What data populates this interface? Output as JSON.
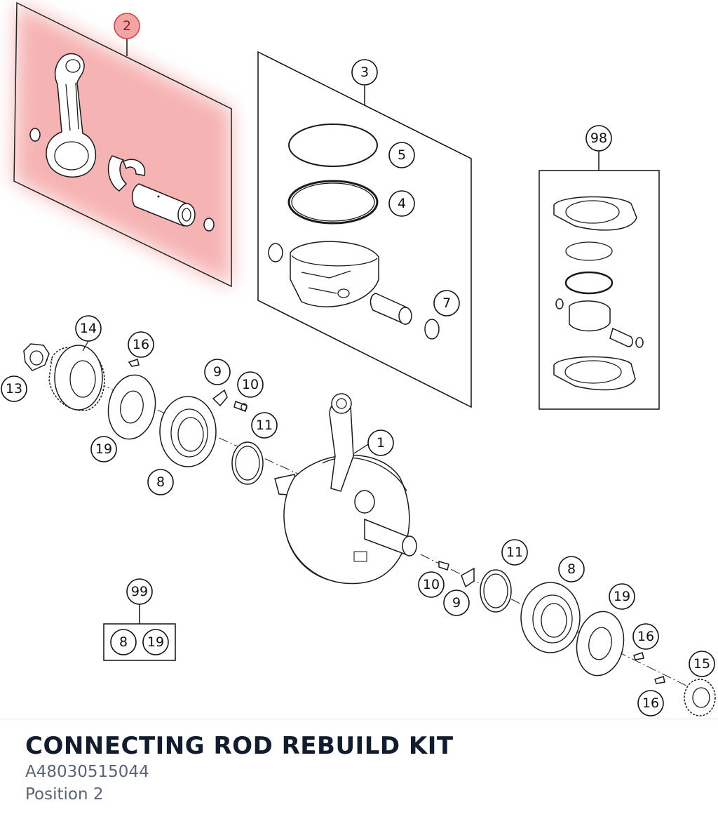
{
  "title": "CONNECTING ROD REBUILD KIT",
  "part_number": "A48030515044",
  "position_label": "Position 2",
  "colors": {
    "highlight": "#f3a5a5",
    "title": "#111c2e",
    "subtext": "#5a6472"
  },
  "callouts": {
    "c2": "2",
    "c3": "3",
    "c4": "4",
    "c5": "5",
    "c7": "7",
    "c98": "98",
    "c14": "14",
    "c16a": "16",
    "c13": "13",
    "c9a": "9",
    "c10a": "10",
    "c11a": "11",
    "c1": "1",
    "c19a": "19",
    "c8a": "8",
    "c99": "99",
    "c8b": "8",
    "c19b": "19",
    "c11b": "11",
    "c8c": "8",
    "c10b": "10",
    "c9b": "9",
    "c19c": "19",
    "c16b": "16",
    "c15": "15",
    "c16c": "16"
  }
}
